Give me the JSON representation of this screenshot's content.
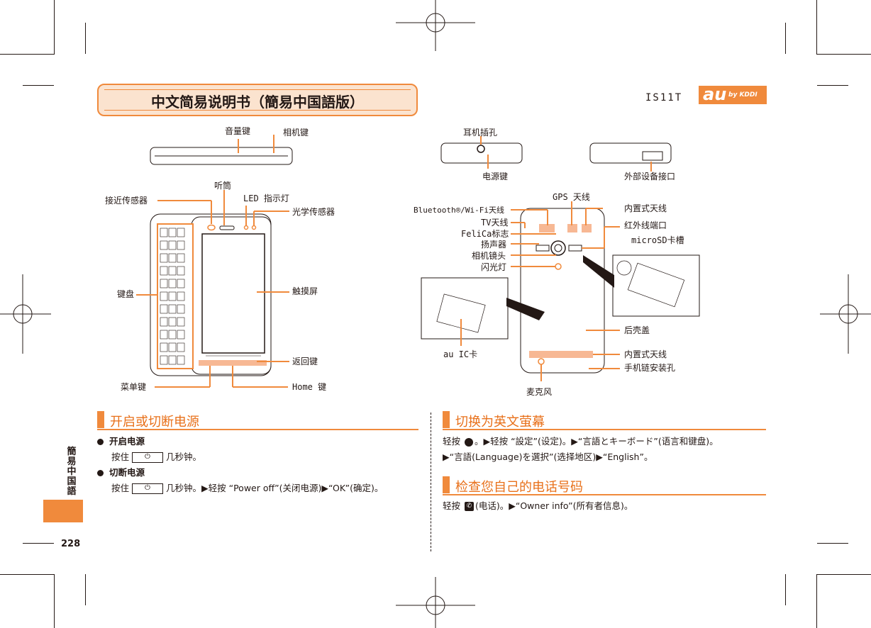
{
  "header": {
    "title": "中文简易说明书（簡易中国語版）",
    "model": "IS11T",
    "brand_logo": "au",
    "brand_sub": "by KDDI"
  },
  "side_tab": {
    "label": "簡易中国語",
    "page_number": "228"
  },
  "diagram_front": {
    "volume_key": "音量键",
    "camera_key": "相机键",
    "earpiece": "听筒",
    "proximity_sensor": "接近传感器",
    "led_indicator": "LED 指示灯",
    "light_sensor": "光学传感器",
    "keyboard": "键盘",
    "touchscreen": "触摸屏",
    "back_key": "返回键",
    "menu_key": "菜单键",
    "home_key": "Home 键"
  },
  "diagram_back": {
    "headset_jack": "耳机插孔",
    "power_key": "电源键",
    "external_port": "外部设备接口",
    "gps_antenna": "GPS 天线",
    "bt_wifi_antenna": "Bluetooth®/Wi-Fi天线",
    "internal_antenna_top": "内置式天线",
    "tv_antenna": "TV天线",
    "ir_port": "红外线端口",
    "felica_mark": "FeliCa标志",
    "microsd_slot": "microSD卡槽",
    "speaker": "扬声器",
    "camera_lens": "相机镜头",
    "flash": "闪光灯",
    "back_cover": "后壳盖",
    "au_ic_card": "au IC卡",
    "internal_antenna_bottom": "内置式天线",
    "strap_hole": "手机链安装孔",
    "microphone": "麦克风"
  },
  "section_power": {
    "heading": "开启或切断电源",
    "item1_title": "开启电源",
    "item1_pre": "按住",
    "item1_post": "几秒钟。",
    "item2_title": "切断电源",
    "item2_pre": "按住",
    "item2_post": "几秒钟。▶轻按 “Power off”(关闭电源)▶“OK”(确定)。"
  },
  "section_english": {
    "heading": "切换为英文萤幕",
    "line1_pre": "轻按",
    "line1_post": "。▶轻按 “設定”(设定)。▶“言語とキーボード”(语言和键盘)。",
    "line2": "▶“言語(Language)を選択”(选择地区)▶“English”。"
  },
  "section_phone": {
    "heading": "检查您自己的电话号码",
    "line1_pre": "轻按",
    "line1_post": "(电话)。▶“Owner info”(所有者信息)。"
  },
  "colors": {
    "accent": "#f08a3c",
    "accent_text": "#e8701a",
    "banner_bg": "#fbe3cf",
    "highlight": "#f7b894",
    "ink": "#231815"
  }
}
